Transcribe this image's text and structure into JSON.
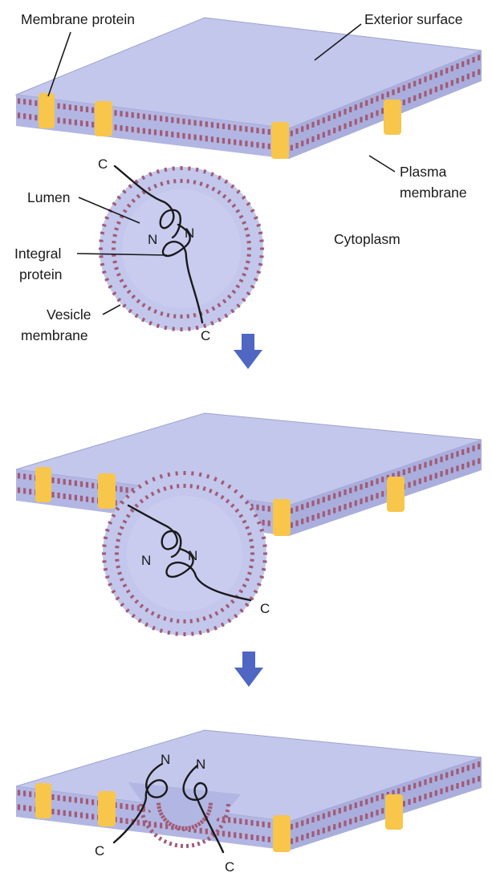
{
  "labels": {
    "membrane_protein": "Membrane protein",
    "exterior_surface": "Exterior surface",
    "plasma": "Plasma",
    "membrane": "membrane",
    "lumen": "Lumen",
    "integral": "Integral",
    "protein": "protein",
    "vesicle": "Vesicle",
    "vesicle_membrane": "membrane",
    "cytoplasm": "Cytoplasm"
  },
  "termini": {
    "n": "N",
    "c": "C"
  },
  "colors": {
    "membrane_surface": "#c3c7ec",
    "membrane_edge": "#b2b6e3",
    "lipid_head": "#a25a74",
    "protein_yellow": "#f7c64b",
    "arrow_blue": "#4f66c3"
  },
  "stages": [
    "vesicle-approaching",
    "vesicle-fusing",
    "vesicle-fused"
  ]
}
